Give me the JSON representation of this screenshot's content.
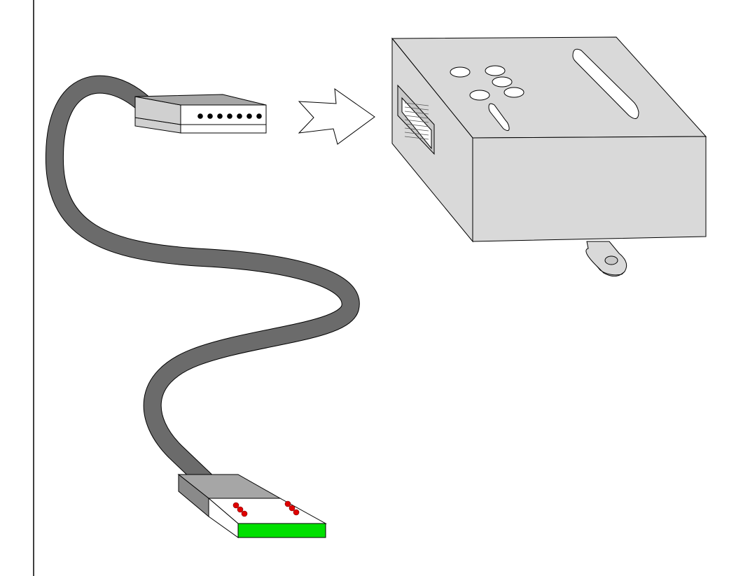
{
  "colors": {
    "background": "#ffffff",
    "outline": "#000000",
    "cable": "#6b6b6b",
    "box_face": "#d9d9d9",
    "connector_top": "#a6a6a6",
    "connector_face": "#ffffff",
    "pins": "#000000",
    "usb_pins": "#e00000",
    "usb_base": "#00e000"
  },
  "components": {
    "connector_pins": 7,
    "usb_pin_groups": 2,
    "box_top_holes": 5,
    "box_top_slots": 2
  },
  "icons": [
    "cable-icon",
    "multi-pin-connector-icon",
    "arrow-icon",
    "enclosure-box-icon",
    "usb-connector-icon",
    "mounting-tab-icon"
  ]
}
